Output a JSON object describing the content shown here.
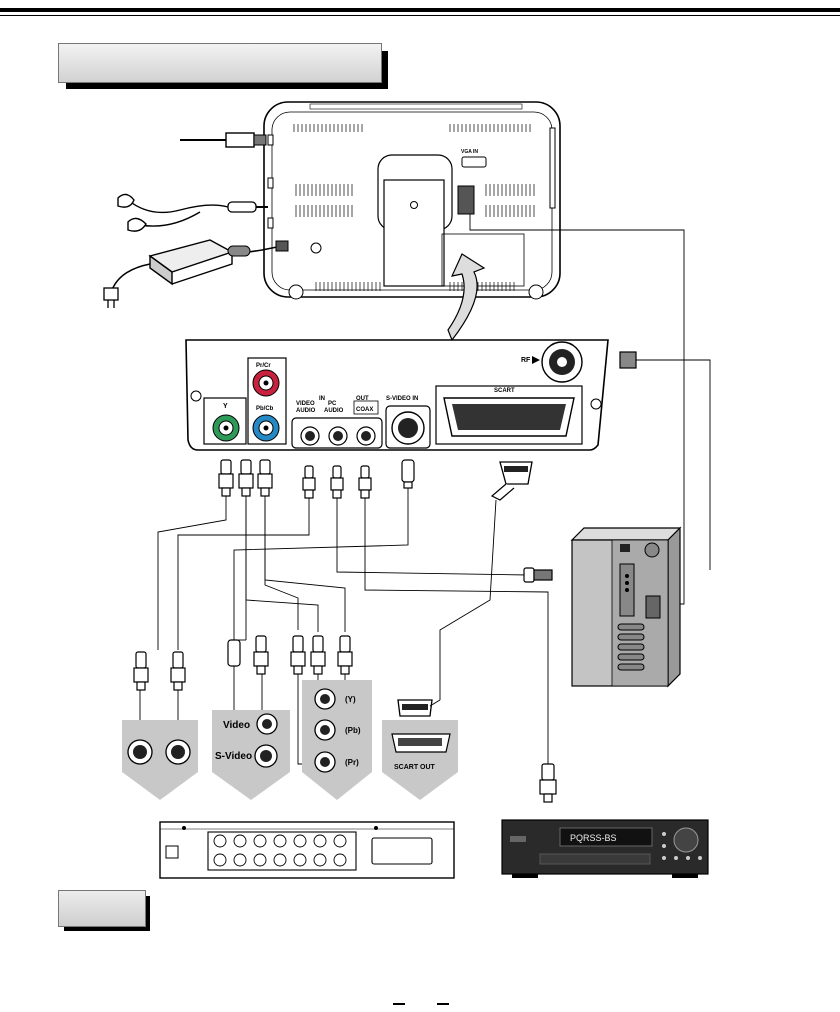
{
  "panel_labels": {
    "vga_in": "VGA IN",
    "pr_cr": "Pr/Cr",
    "pb_cb": "Pb/Cb",
    "y": "Y",
    "in": "IN",
    "out": "OUT",
    "video_audio": [
      "VIDEO",
      "AUDIO"
    ],
    "pc_audio": [
      "PC",
      "AUDIO"
    ],
    "coax": "COAX",
    "s_video_in": "S-VIDEO IN",
    "scart": "SCART",
    "rf": "RF"
  },
  "source_labels": {
    "video": "Video",
    "s_video": "S-Video",
    "y": "(Y)",
    "pb": "(Pb)",
    "pr": "(Pr)",
    "scart_out": "SCART OUT"
  },
  "receiver_display": "PQRSS-BS"
}
